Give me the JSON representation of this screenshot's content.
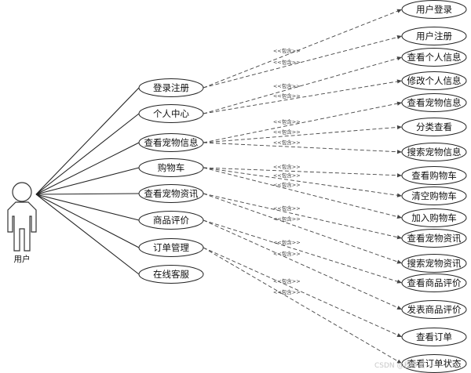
{
  "actor": {
    "label": "用户"
  },
  "stereotype": "<<包含>>",
  "watermark": "CSDN @程序员~~~",
  "colors": {
    "stroke": "#222222",
    "background": "#ffffff",
    "text": "#111111"
  },
  "main_use_cases": [
    {
      "id": "m1",
      "label": "登录注册",
      "includes": [
        "s1",
        "s2"
      ]
    },
    {
      "id": "m2",
      "label": "个人中心",
      "includes": [
        "s3",
        "s4"
      ]
    },
    {
      "id": "m3",
      "label": "查看宠物信息",
      "includes": [
        "s5",
        "s6",
        "s7"
      ]
    },
    {
      "id": "m4",
      "label": "购物车",
      "includes": [
        "s8",
        "s9",
        "s10"
      ]
    },
    {
      "id": "m5",
      "label": "查看宠物资讯",
      "includes": [
        "s11",
        "s12"
      ]
    },
    {
      "id": "m6",
      "label": "商品评价",
      "includes": [
        "s13",
        "s14"
      ]
    },
    {
      "id": "m7",
      "label": "订单管理",
      "includes": [
        "s15",
        "s16"
      ]
    },
    {
      "id": "m8",
      "label": "在线客服",
      "includes": []
    }
  ],
  "sub_use_cases": [
    {
      "id": "s1",
      "label": "用户登录"
    },
    {
      "id": "s2",
      "label": "用户注册"
    },
    {
      "id": "s3",
      "label": "查看个人信息"
    },
    {
      "id": "s4",
      "label": "修改个人信息"
    },
    {
      "id": "s5",
      "label": "查看宠物信息"
    },
    {
      "id": "s6",
      "label": "分类查看"
    },
    {
      "id": "s7",
      "label": "搜索宠物信息"
    },
    {
      "id": "s8",
      "label": "查看购物车"
    },
    {
      "id": "s9",
      "label": "清空购物车"
    },
    {
      "id": "s10",
      "label": "加入购物车"
    },
    {
      "id": "s11",
      "label": "查看宠物资讯"
    },
    {
      "id": "s12",
      "label": "搜索宠物资讯"
    },
    {
      "id": "s13",
      "label": "查看商品评价"
    },
    {
      "id": "s14",
      "label": "发表商品评价"
    },
    {
      "id": "s15",
      "label": "查看订单"
    },
    {
      "id": "s16",
      "label": "查看订单状态"
    }
  ]
}
